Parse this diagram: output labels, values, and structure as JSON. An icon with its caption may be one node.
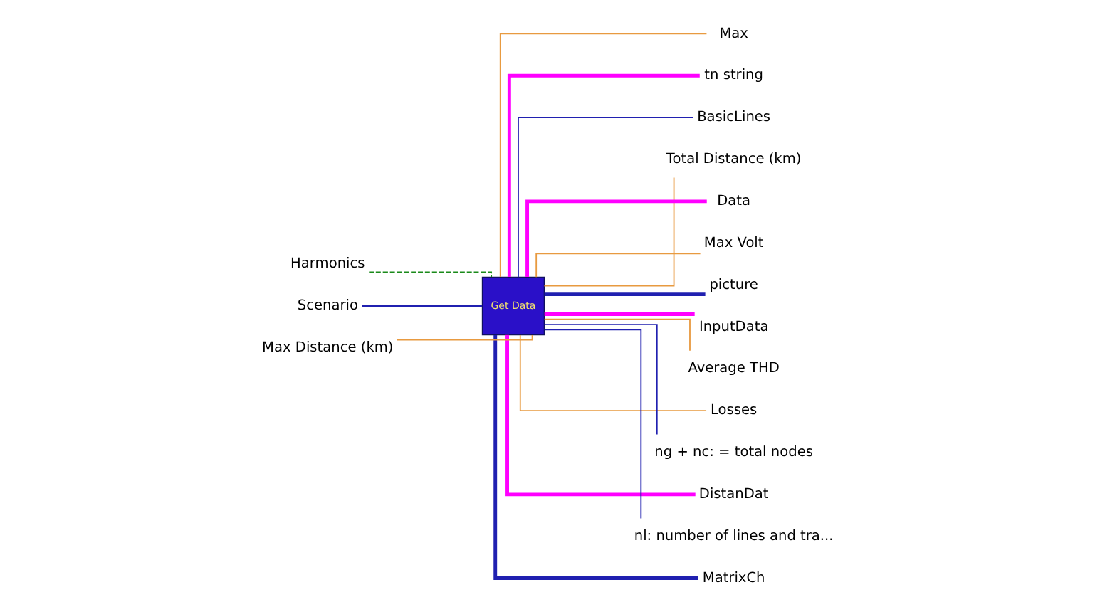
{
  "diagram": {
    "nodes": [
      {
        "text": [
          "Max"
        ]
      },
      {
        "text": [
          "tn string"
        ]
      },
      {
        "text": [
          "BasicLines"
        ]
      },
      {
        "text": [
          "Total Distance (km)"
        ]
      },
      {
        "text": [
          "Data"
        ]
      },
      {
        "text": [
          "Harmonics"
        ]
      },
      {
        "text": [
          "Max Volt"
        ]
      },
      {
        "text": [
          "Scenario"
        ]
      },
      {
        "text": [
          "picture"
        ]
      },
      {
        "text": [
          "Get Data"
        ]
      },
      {
        "text": [
          "InputData"
        ]
      },
      {
        "text": [
          "Average THD"
        ]
      },
      {
        "text": [
          "Losses"
        ]
      },
      {
        "text": [
          "Max Distance (km)"
        ]
      },
      {
        "text": [
          "ng + nc: = total nodes"
        ]
      },
      {
        "text": [
          "DistanDat"
        ]
      },
      {
        "text": [
          "nl: number of lines and tra..."
        ]
      },
      {
        "text": [
          "MatrixCh"
        ]
      }
    ],
    "edges": [
      {
        "from": 5,
        "to": 9,
        "arrow": "none",
        "style": "dashed",
        "color": "#1a8a1a"
      },
      {
        "from": 7,
        "to": 9,
        "arrow": "none",
        "color": "#2020b0"
      },
      {
        "from": 13,
        "to": 9,
        "arrow": "none",
        "color": "#e89a40"
      },
      {
        "from": 9,
        "to": 0,
        "arrow": "none",
        "color": "#e89a40"
      },
      {
        "from": 9,
        "to": 1,
        "arrow": "none",
        "style": "thick",
        "color": "#ff00ff"
      },
      {
        "from": 9,
        "to": 2,
        "arrow": "none",
        "color": "#2020b0"
      },
      {
        "from": 9,
        "to": 3,
        "arrow": "none",
        "color": "#e89a40"
      },
      {
        "from": 9,
        "to": 4,
        "arrow": "none",
        "style": "thick",
        "color": "#ff00ff"
      },
      {
        "from": 9,
        "to": 6,
        "arrow": "none",
        "color": "#e89a40"
      },
      {
        "from": 9,
        "to": 8,
        "arrow": "none",
        "style": "thick",
        "color": "#2020b0"
      },
      {
        "from": 9,
        "to": 10,
        "arrow": "none",
        "style": "thick",
        "color": "#ff00ff"
      },
      {
        "from": 9,
        "to": 11,
        "arrow": "none",
        "color": "#e89a40"
      },
      {
        "from": 9,
        "to": 12,
        "arrow": "none",
        "color": "#e89a40"
      },
      {
        "from": 9,
        "to": 14,
        "arrow": "none",
        "color": "#2020b0"
      },
      {
        "from": 9,
        "to": 15,
        "arrow": "none",
        "style": "thick",
        "color": "#ff00ff"
      },
      {
        "from": 9,
        "to": 16,
        "arrow": "none",
        "color": "#2020b0"
      },
      {
        "from": 9,
        "to": 17,
        "arrow": "none",
        "style": "thick",
        "color": "#2020b0"
      }
    ]
  }
}
